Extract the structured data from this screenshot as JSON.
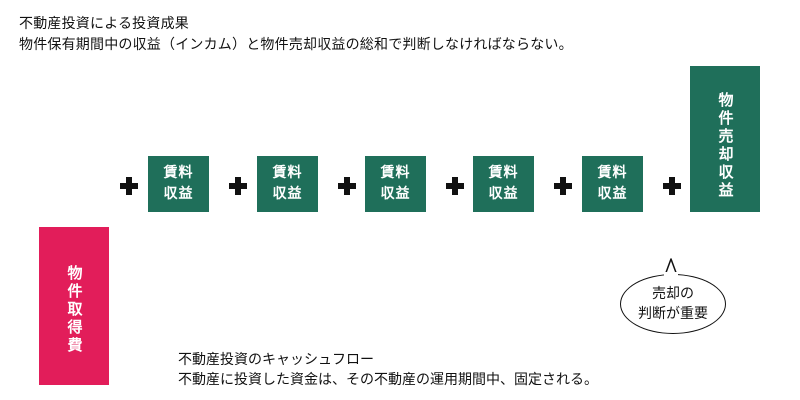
{
  "header": {
    "line1": "不動産投資による投資成果",
    "line2": "物件保有期間中の収益（インカム）と物件売却収益の総和で判断しなければならない。"
  },
  "income_boxes": [
    {
      "line1": "賃料",
      "line2": "収益"
    },
    {
      "line1": "賃料",
      "line2": "収益"
    },
    {
      "line1": "賃料",
      "line2": "収益"
    },
    {
      "line1": "賃料",
      "line2": "収益"
    },
    {
      "line1": "賃料",
      "line2": "収益"
    }
  ],
  "sale_box": {
    "label": "物件売却収益"
  },
  "acquisition_box": {
    "label": "物件取得費"
  },
  "bubble": {
    "line1": "売却の",
    "line2": "判断が重要"
  },
  "cash_flow": {
    "line1": "不動産投資のキャッシュフロー",
    "line2": "不動産に投資した資金は、その不動産の運用期間中、固定される。"
  },
  "colors": {
    "income_green": "#1f6f5a",
    "acquisition_pink": "#e21d5a"
  }
}
